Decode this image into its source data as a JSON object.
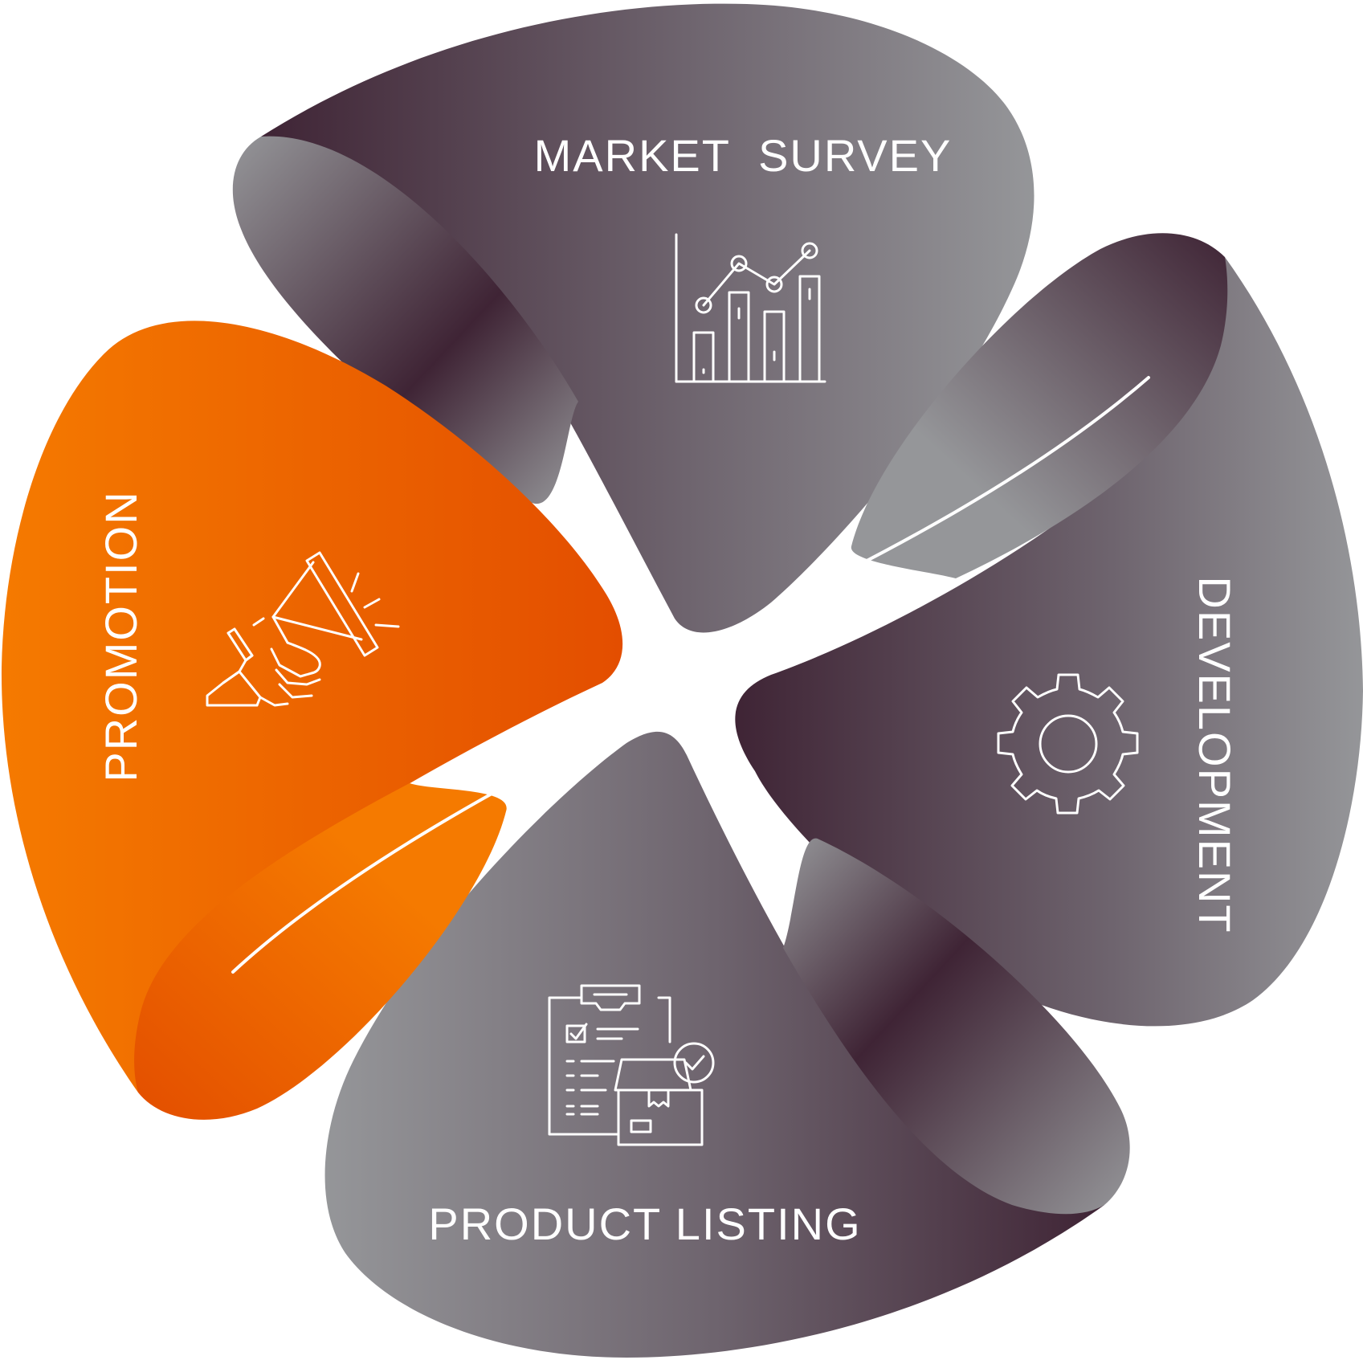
{
  "colors": {
    "dark": "#3f2435",
    "mid": "#6e646e",
    "light": "#959699",
    "orange_light": "#f57a00",
    "orange_dark": "#e34e00",
    "text": "#ffffff"
  },
  "segments": {
    "market_survey": {
      "label": "MARKET  SURVEY",
      "icon": "bar-line-chart-icon"
    },
    "development": {
      "label": "DEVELOPMENT",
      "icon": "gear-icon"
    },
    "product_listing": {
      "label": "PRODUCT LISTING",
      "icon": "clipboard-box-icon"
    },
    "promotion": {
      "label": "PROMOTION",
      "icon": "megaphone-icon"
    }
  }
}
